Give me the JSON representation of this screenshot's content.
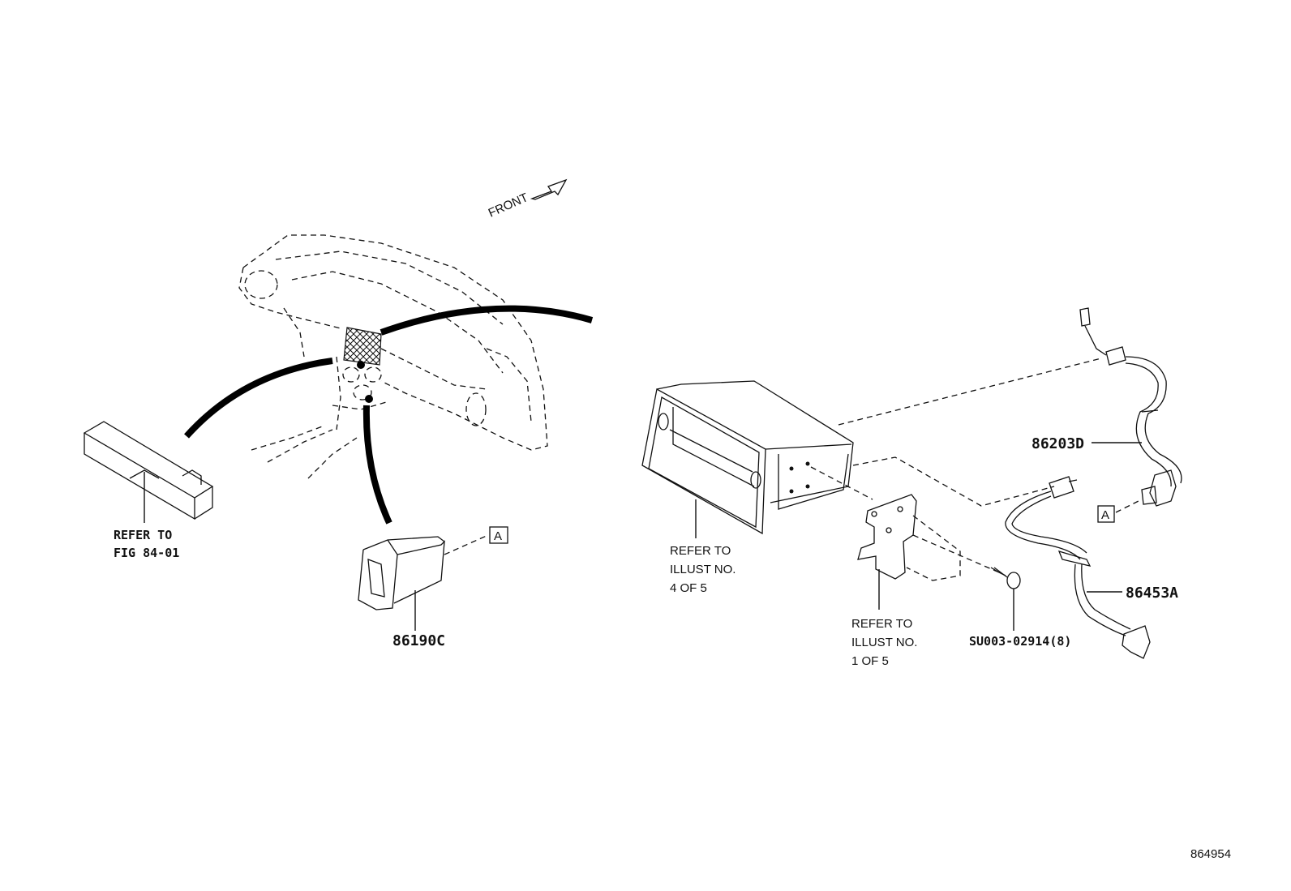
{
  "front_label": "FRONT",
  "callouts": {
    "refer_fig": [
      "REFER TO",
      "FIG 84-01"
    ],
    "refer_illust_4": [
      "REFER TO",
      "ILLUST NO.",
      "4 OF 5"
    ],
    "refer_illust_1": [
      "REFER TO",
      "ILLUST NO.",
      "1 OF 5"
    ]
  },
  "part_numbers": {
    "switch": "86190C",
    "antenna_cord": "86203D",
    "harness": "86453A",
    "screw": "SU003-02914(8)"
  },
  "connector_marker": "A",
  "figure_id": "864954"
}
